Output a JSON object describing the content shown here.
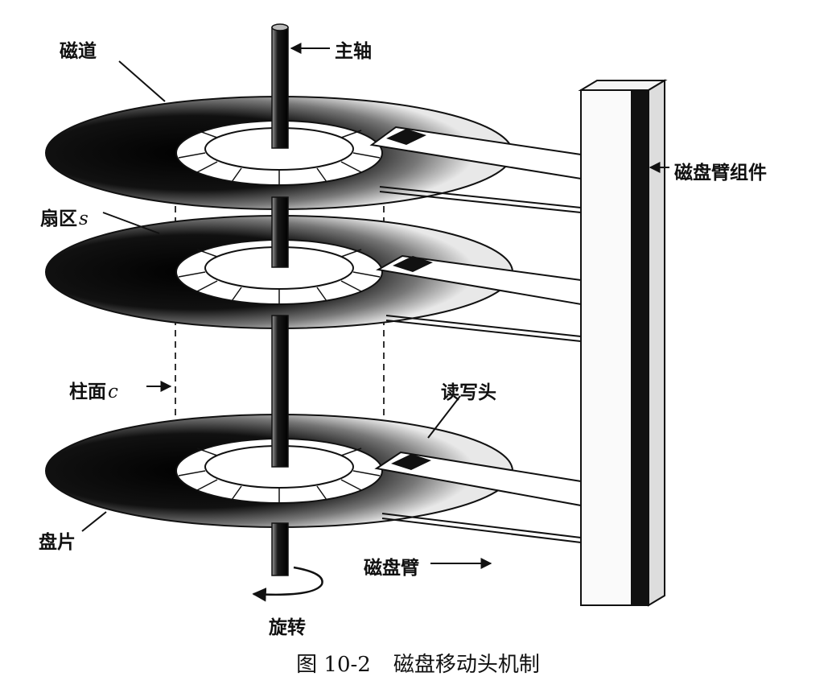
{
  "labels": {
    "spindle": "主轴",
    "track": "磁道",
    "arm_assembly": "磁盘臂组件",
    "sector": "扇区",
    "sector_var": "s",
    "cylinder": "柱面",
    "cylinder_var": "c",
    "rw_head": "读写头",
    "platter": "盘片",
    "arm": "磁盘臂",
    "rotation": "旋转"
  },
  "caption": {
    "number": "图 10-2",
    "title": "磁盘移动头机制"
  }
}
